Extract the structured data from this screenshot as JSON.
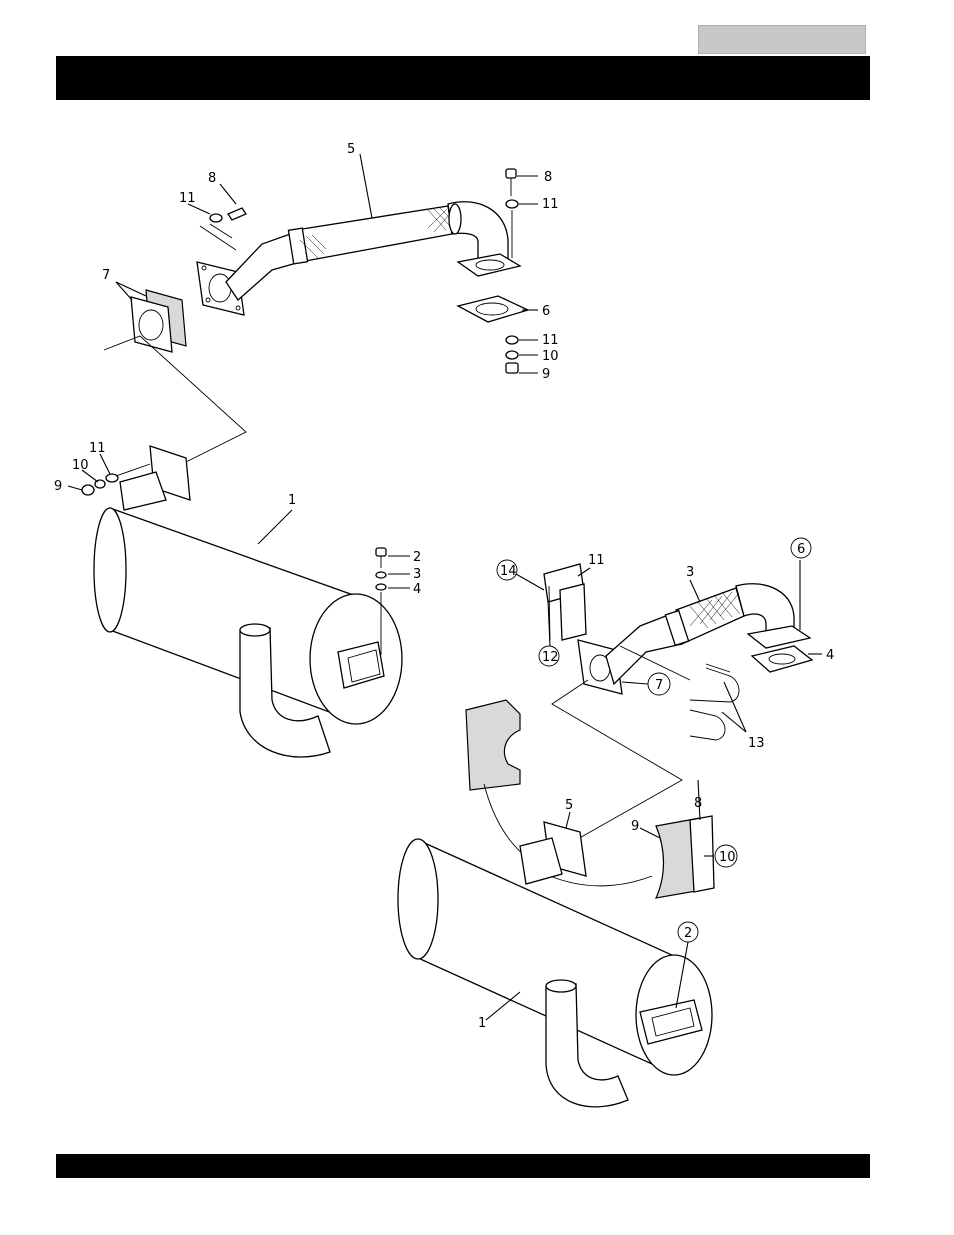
{
  "labels": {
    "top": [
      {
        "id": "t5",
        "text": "5"
      },
      {
        "id": "t8a",
        "text": "8"
      },
      {
        "id": "t11a",
        "text": "11"
      },
      {
        "id": "t8b",
        "text": "8"
      },
      {
        "id": "t11b",
        "text": "11"
      },
      {
        "id": "t7",
        "text": "7"
      },
      {
        "id": "t6",
        "text": "6"
      },
      {
        "id": "t11c",
        "text": "11"
      },
      {
        "id": "t10",
        "text": "10"
      },
      {
        "id": "t9",
        "text": "9"
      }
    ],
    "left": [
      {
        "id": "l11",
        "text": "11"
      },
      {
        "id": "l10",
        "text": "10"
      },
      {
        "id": "l9",
        "text": "9"
      },
      {
        "id": "l1",
        "text": "1"
      },
      {
        "id": "l2",
        "text": "2"
      },
      {
        "id": "l3",
        "text": "3"
      },
      {
        "id": "l4",
        "text": "4"
      }
    ],
    "right": [
      {
        "id": "r14",
        "text": "14"
      },
      {
        "id": "r11",
        "text": "11"
      },
      {
        "id": "r3",
        "text": "3"
      },
      {
        "id": "r6",
        "text": "6"
      },
      {
        "id": "r4",
        "text": "4"
      },
      {
        "id": "r12",
        "text": "12"
      },
      {
        "id": "r7",
        "text": "7"
      },
      {
        "id": "r13",
        "text": "13"
      },
      {
        "id": "r5",
        "text": "5"
      },
      {
        "id": "r8",
        "text": "8"
      },
      {
        "id": "r9",
        "text": "9"
      },
      {
        "id": "r10",
        "text": "10"
      },
      {
        "id": "r2",
        "text": "2"
      },
      {
        "id": "r1",
        "text": "1"
      }
    ]
  }
}
